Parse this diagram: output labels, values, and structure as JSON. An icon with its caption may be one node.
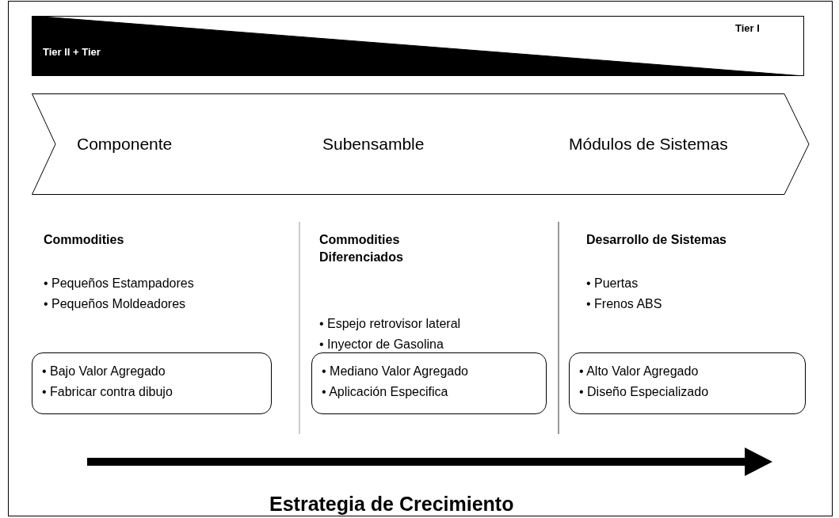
{
  "diagram": {
    "nodes": [
      {
        "text": [
          "Tier II + Tier",
          "Tier I"
        ]
      },
      {
        "text": [
          "Componente",
          "Subensamble",
          "Módulos de Sistemas"
        ]
      },
      {
        "text": [
          "• Bajo Valor Agregado",
          "• Fabricar contra dibujo"
        ]
      },
      {
        "text": [
          "• Mediano Valor Agregado",
          "• Aplicación Especifica"
        ]
      },
      {
        "text": [
          "• Alto Valor Agregado",
          "• Diseño Especializado"
        ]
      }
    ],
    "labels": [
      "Commodities",
      "• Pequeños Estampadores",
      "• Pequeños Moldeadores",
      "Commodities Diferenciados",
      "• Espejo retrovisor lateral",
      "• Inyector de Gasolina",
      "Desarrollo de Sistemas",
      "• Puertas",
      "• Frenos ABS",
      "Estrategia de Crecimiento"
    ]
  }
}
